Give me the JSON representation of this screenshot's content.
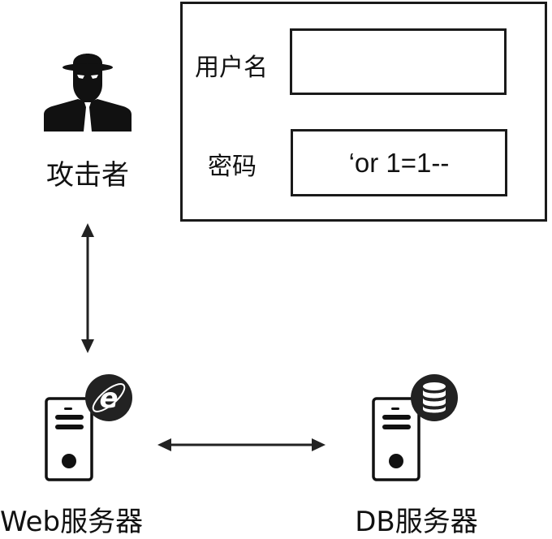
{
  "diagram": {
    "title": "SQL injection attack flow",
    "login_form": {
      "username_label": "用户名",
      "username_value": "",
      "password_label": "密码",
      "password_value": "‘or 1=1--"
    },
    "nodes": [
      {
        "id": "attacker",
        "label": "攻击者",
        "icon": "hacker-icon"
      },
      {
        "id": "web-server",
        "label": "Web服务器",
        "icon": "web-server-icon",
        "badge": "internet-explorer-icon"
      },
      {
        "id": "db-server",
        "label": "DB服务器",
        "icon": "db-server-icon",
        "badge": "database-icon"
      }
    ],
    "edges": [
      {
        "from": "attacker",
        "to": "web-server",
        "direction": "bidirectional"
      },
      {
        "from": "web-server",
        "to": "db-server",
        "direction": "bidirectional"
      }
    ]
  }
}
